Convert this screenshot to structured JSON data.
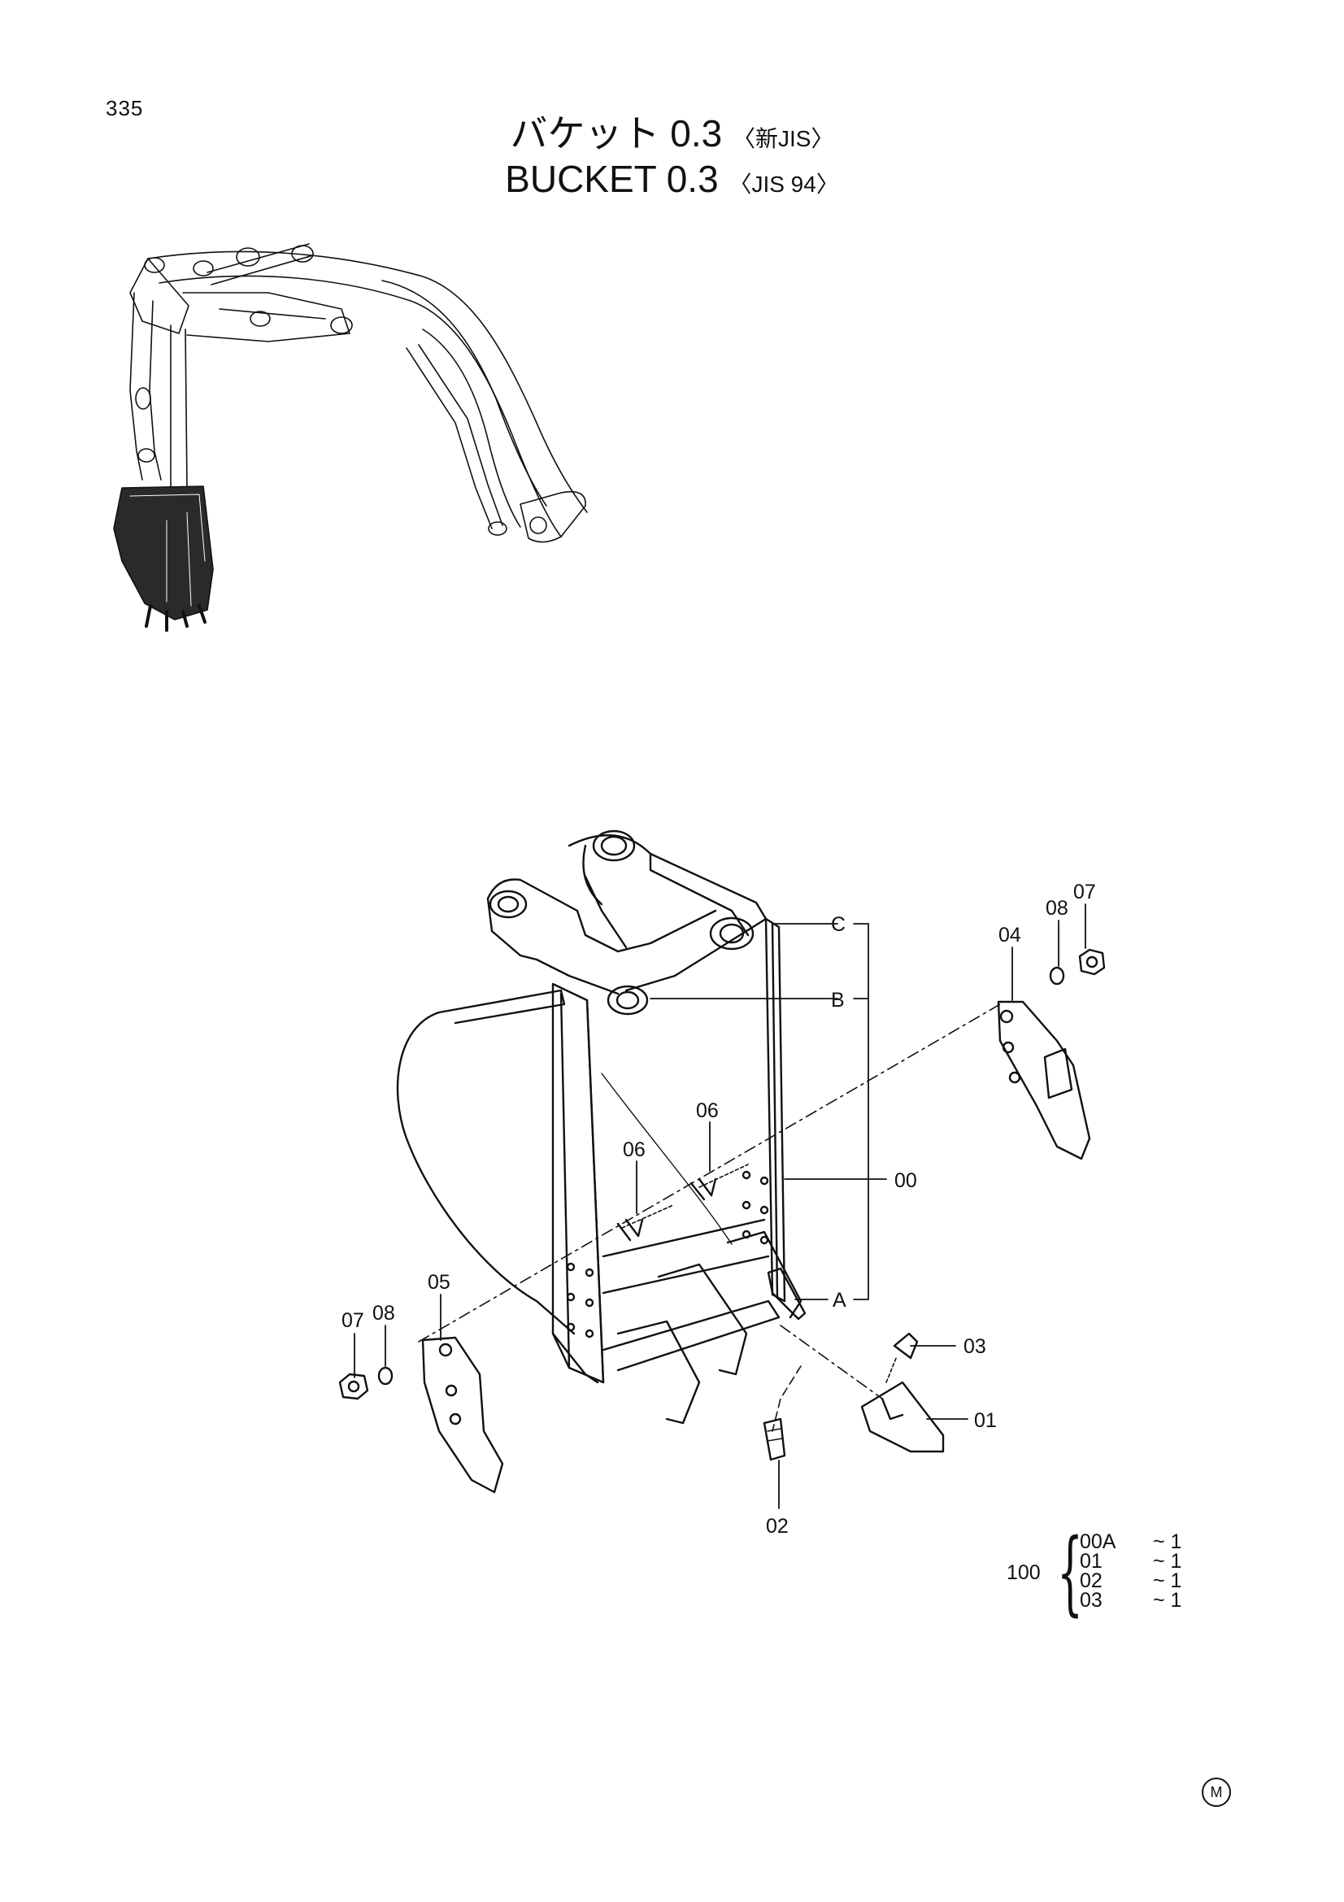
{
  "page_number": "335",
  "title_ja": "バケット 0.3",
  "title_ja_std": "〈新JIS〉",
  "title_en": "BUCKET 0.3",
  "title_en_std": "〈JIS 94〉",
  "callouts": {
    "c": "C",
    "b": "B",
    "a": "A",
    "p00": "00",
    "p01": "01",
    "p02": "02",
    "p03": "03",
    "p04": "04",
    "p05": "05",
    "p06a": "06",
    "p06b": "06",
    "p07a": "07",
    "p07b": "07",
    "p08a": "08",
    "p08b": "08"
  },
  "kit": {
    "number": "100",
    "items": [
      {
        "code": "00A",
        "qty": "~ 1"
      },
      {
        "code": "01",
        "qty": "~ 1"
      },
      {
        "code": "02",
        "qty": "~ 1"
      },
      {
        "code": "03",
        "qty": "~ 1"
      }
    ]
  },
  "corner_mark": "M"
}
